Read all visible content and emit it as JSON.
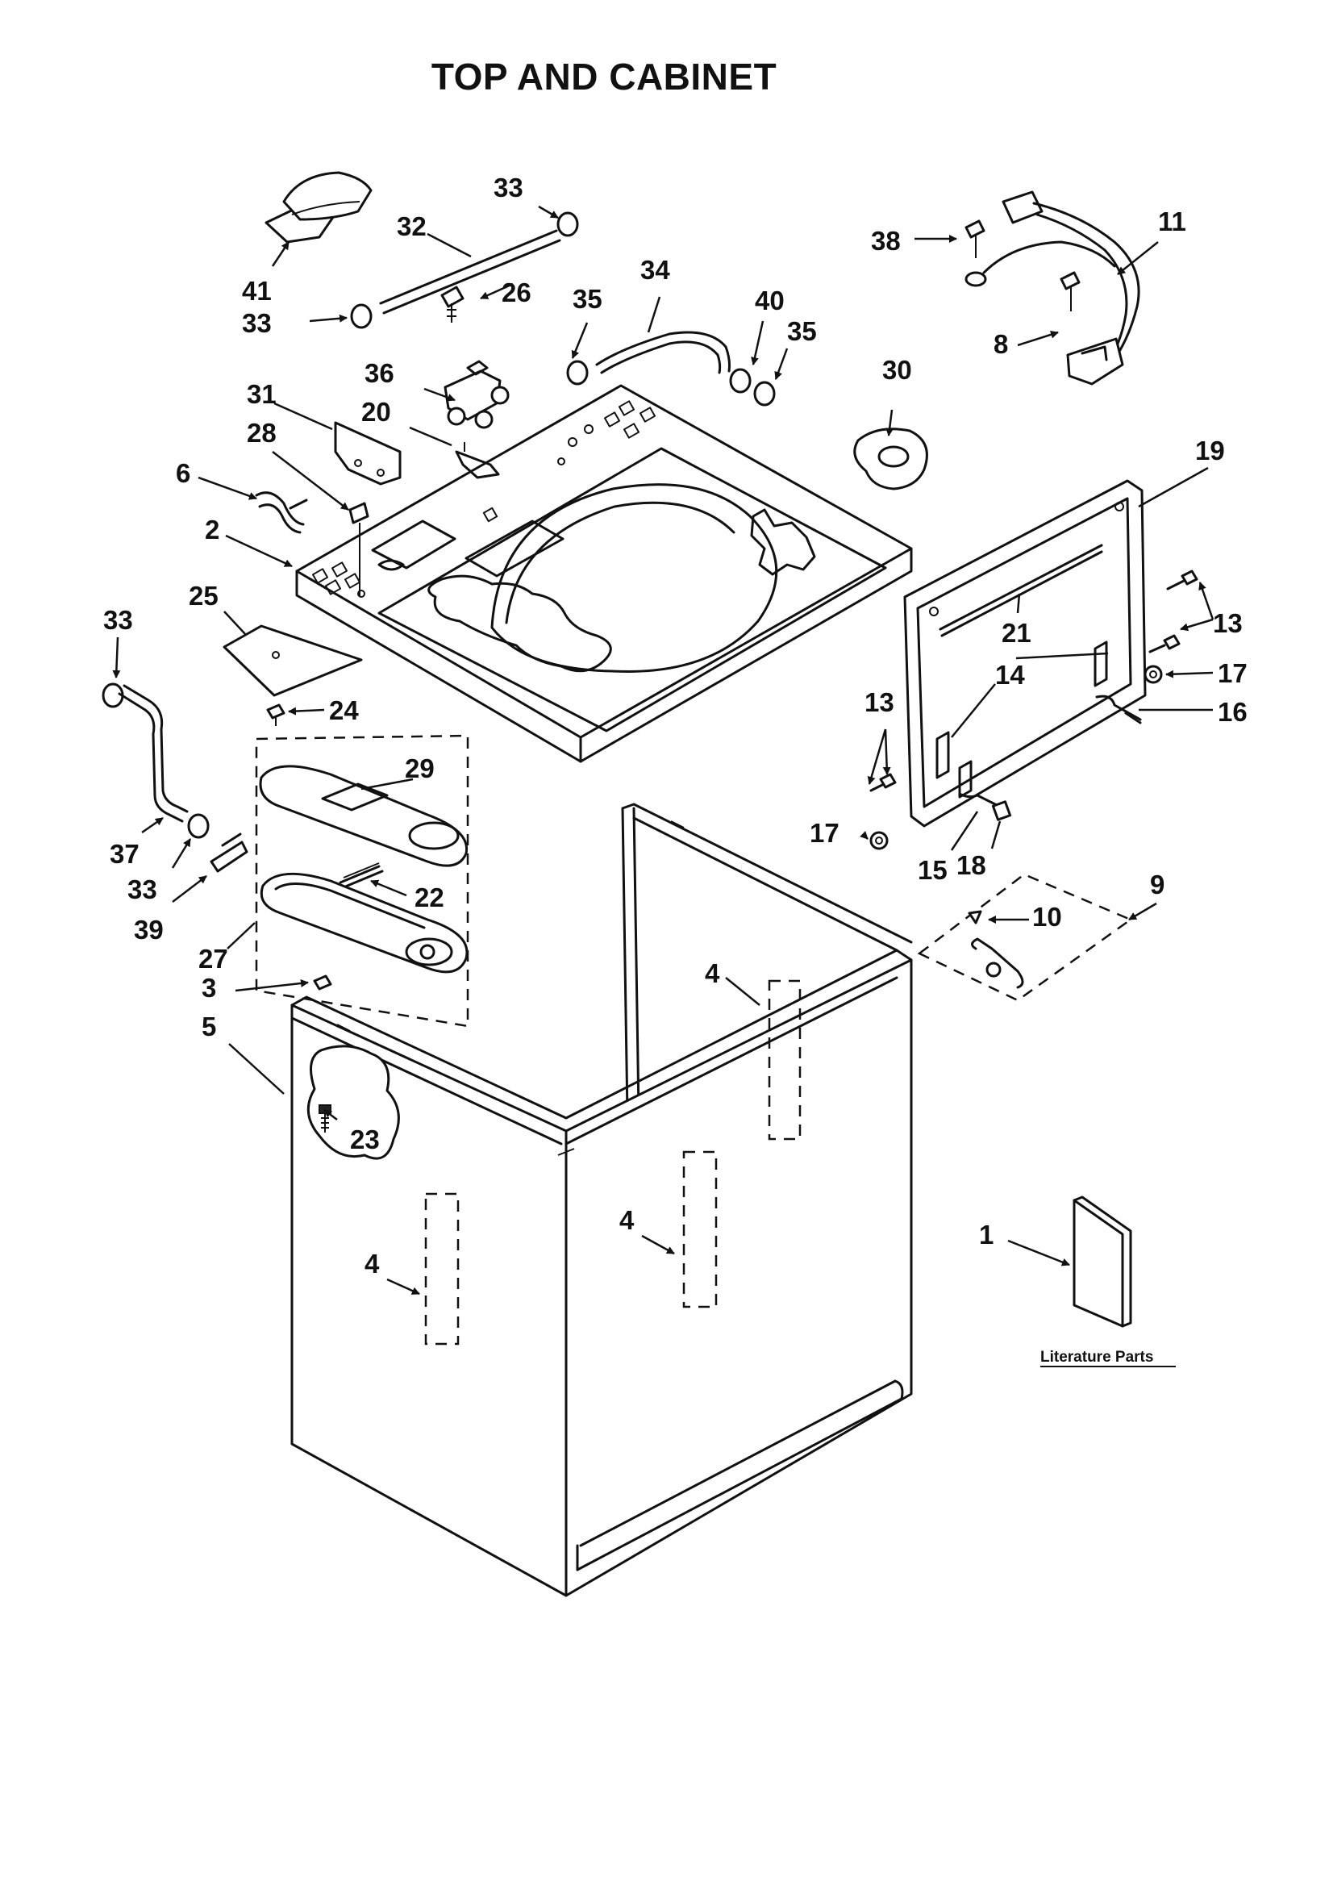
{
  "title": "TOP AND CABINET",
  "literature_label": "Literature Parts",
  "callouts": {
    "c1": "1",
    "c2": "2",
    "c3": "3",
    "c4a": "4",
    "c4b": "4",
    "c4c": "4",
    "c5": "5",
    "c6": "6",
    "c8": "8",
    "c9": "9",
    "c10": "10",
    "c11": "11",
    "c13a": "13",
    "c13b": "13",
    "c14": "14",
    "c15": "15",
    "c16": "16",
    "c17a": "17",
    "c17b": "17",
    "c18": "18",
    "c19": "19",
    "c20": "20",
    "c21": "21",
    "c22": "22",
    "c23": "23",
    "c24": "24",
    "c25": "25",
    "c26": "26",
    "c27": "27",
    "c28": "28",
    "c29": "29",
    "c30": "30",
    "c31": "31",
    "c32": "32",
    "c33a": "33",
    "c33b": "33",
    "c33c": "33",
    "c33d": "33",
    "c34": "34",
    "c35a": "35",
    "c35b": "35",
    "c36": "36",
    "c37": "37",
    "c38": "38",
    "c39": "39",
    "c40": "40",
    "c41": "41"
  }
}
